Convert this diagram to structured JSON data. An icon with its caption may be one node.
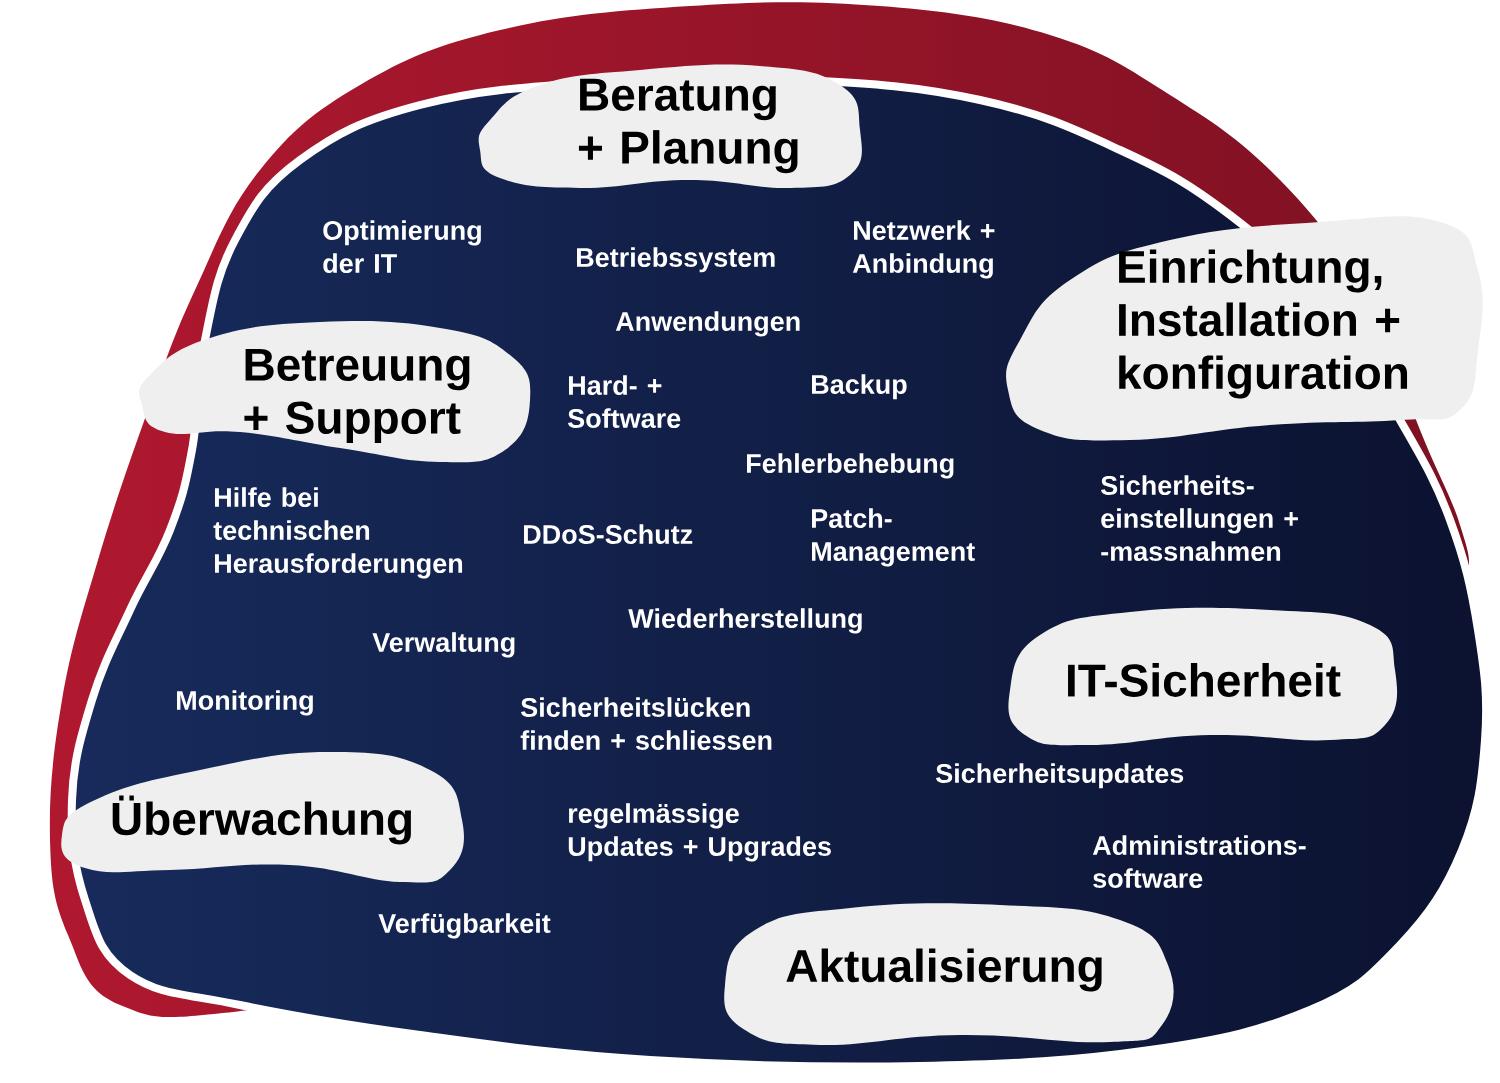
{
  "diagram": {
    "nodes": [
      {
        "text": [
          "Beratung + Planung"
        ]
      },
      {
        "text": [
          "Einrichtung, Installation + konfiguration"
        ]
      },
      {
        "text": [
          "Betreuung + Support"
        ]
      },
      {
        "text": [
          "IT-Sicherheit"
        ]
      },
      {
        "text": [
          "Überwachung"
        ]
      },
      {
        "text": [
          "Aktualisierung"
        ]
      }
    ],
    "labels": [
      "Optimierung der IT",
      "Betriebssystem",
      "Netzwerk + Anbindung",
      "Anwendungen",
      "Hard- + Software",
      "Backup",
      "Fehlerbehebung",
      "Hilfe bei technischen Herausforderungen",
      "DDoS-Schutz",
      "Patch- Management",
      "Sicherheits- einstellungen + -massnahmen",
      "Wiederherstellung",
      "Verwaltung",
      "Monitoring",
      "Sicherheitslücken finden + schliessen",
      "Sicherheitsupdates",
      "regelmässige Updates + Upgrades",
      "Administrations- software",
      "Verfügbarkeit"
    ]
  }
}
